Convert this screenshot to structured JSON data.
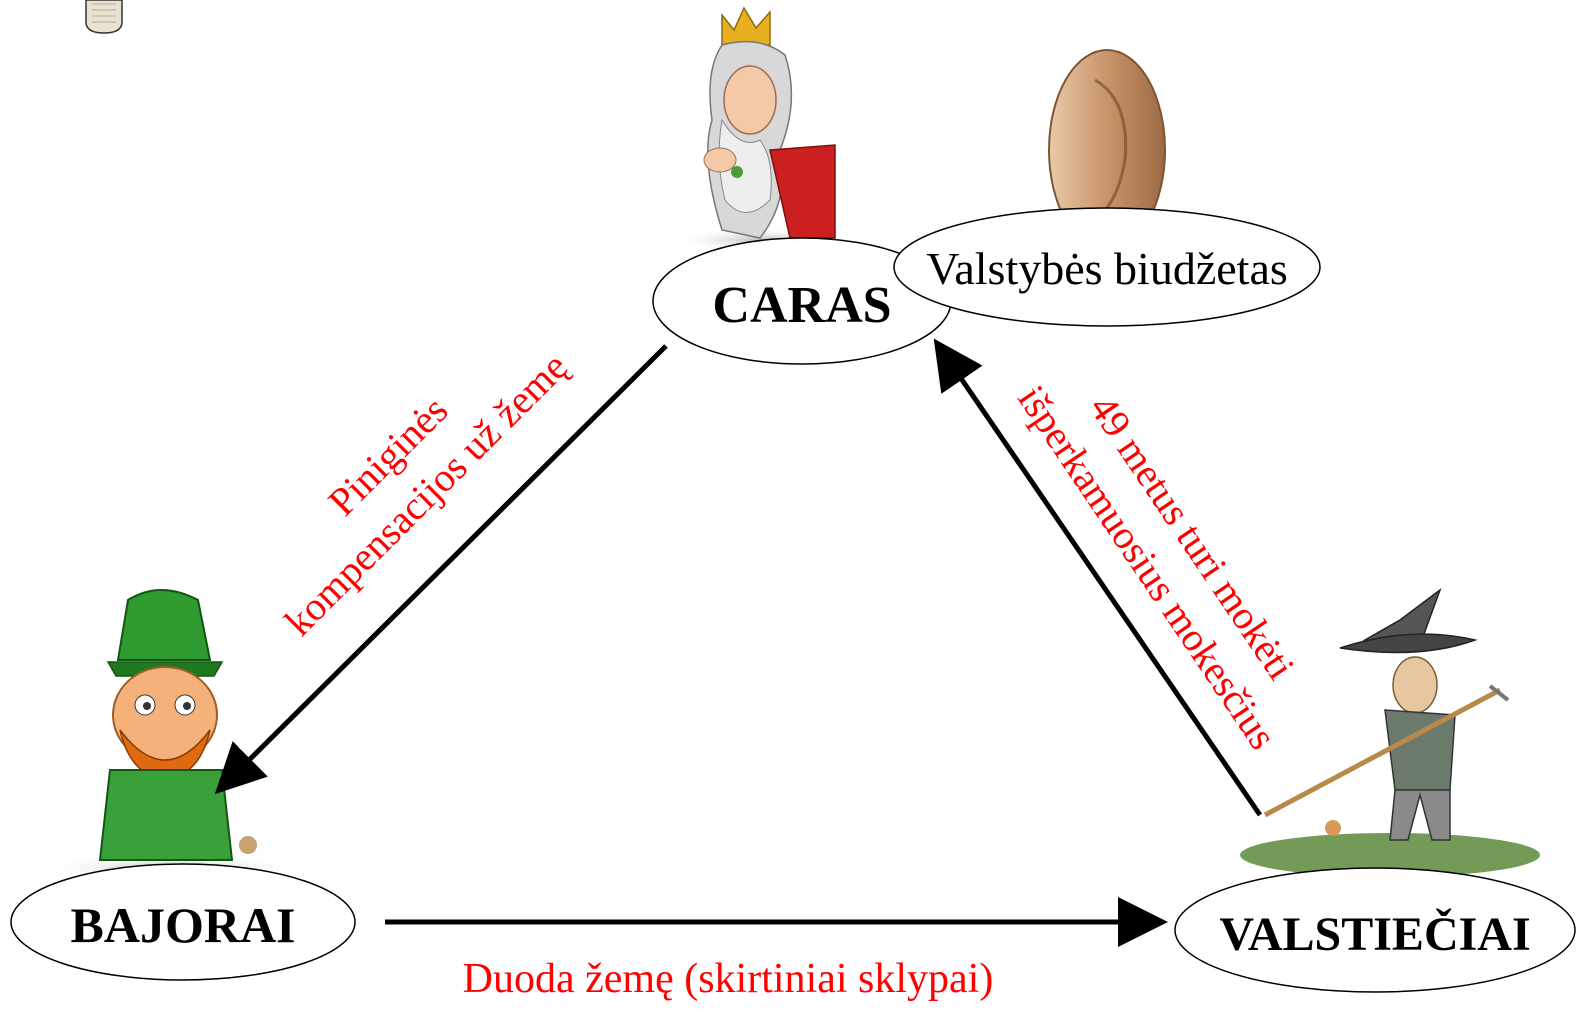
{
  "nodes": {
    "caras": "CARAS",
    "bajorai": "BAJORAI",
    "valstieciai": "VALSTIEČIAI",
    "biudzetas": "Valstybės biudžetas"
  },
  "edges": {
    "caras_to_bajorai": [
      "Piniginės",
      "kompensacijos už žemę"
    ],
    "valstieciai_to_caras": [
      "49 metus turi mokėti",
      "išperkamuosius mokesčius"
    ],
    "bajorai_to_valstieciai": "Duoda žemę (skirtiniai sklypai)"
  },
  "colors": {
    "label_red": "#ff0000",
    "arrow": "#000000",
    "node_stroke": "#000000"
  },
  "illustrations": [
    "king-figure",
    "coin-image",
    "leprechaun-noble-figure",
    "farmer-with-rake-figure",
    "scroll-icon"
  ]
}
